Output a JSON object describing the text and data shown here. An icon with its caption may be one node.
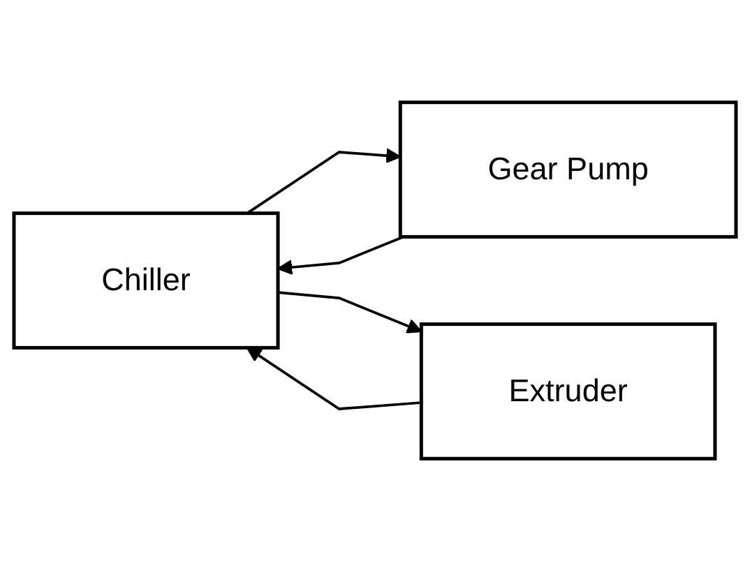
{
  "diagram": {
    "nodes": [
      {
        "text": [
          "Chiller"
        ]
      },
      {
        "text": [
          "Gear Pump"
        ]
      },
      {
        "text": [
          "Extruder"
        ]
      }
    ],
    "edges": [
      {
        "from": 0,
        "to": 1,
        "arrow": "to"
      },
      {
        "from": 0,
        "to": 2,
        "arrow": "to"
      },
      {
        "from": 1,
        "to": 0,
        "arrow": "to"
      },
      {
        "from": 2,
        "to": 0,
        "arrow": "to"
      }
    ]
  }
}
